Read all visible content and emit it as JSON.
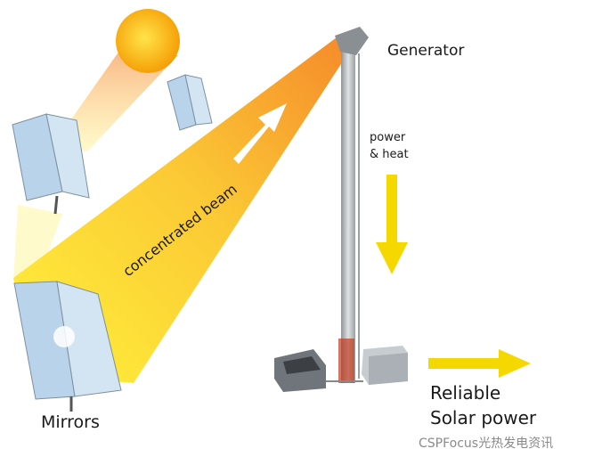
{
  "labels": {
    "generator": "Generator",
    "power_line1": "power",
    "power_line2": "& heat",
    "beam": "concentrated beam",
    "mirrors": "Mirrors",
    "reliable": "Reliable",
    "solar_power": "Solar power"
  },
  "watermark": "CSPFocus光热发电资讯",
  "colors": {
    "sun": "#f7a800",
    "beam_start": "#fff23a",
    "beam_end": "#f58a2a",
    "arrow": "#f5d800",
    "mirror": "#b9d4ea",
    "tower": "#b8bcc0"
  }
}
